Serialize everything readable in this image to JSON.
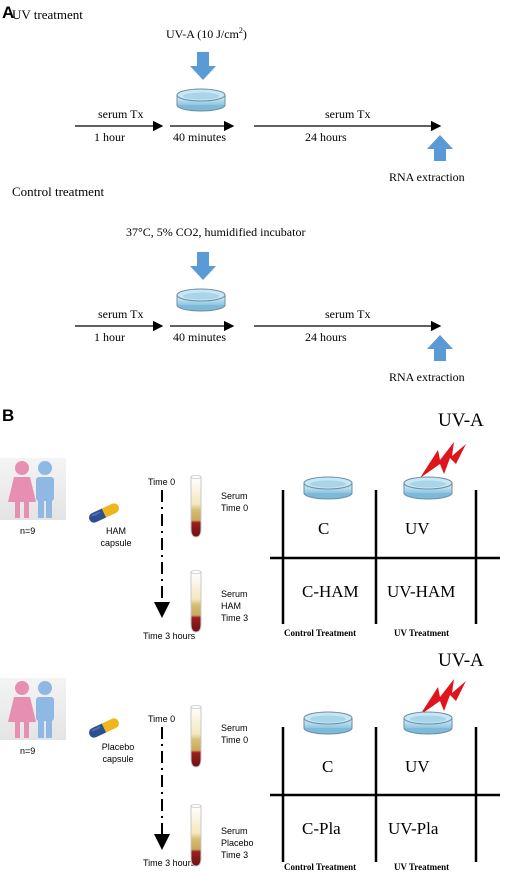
{
  "panel_a": {
    "label": "A",
    "uv": {
      "title": "UV treatment",
      "dose_label_prefix": "UV-A (10 J/cm",
      "dose_label_sup": "2",
      "dose_label_suffix": ")",
      "step1_top": "serum Tx",
      "step1_bottom": "1 hour",
      "step2_bottom": "40 minutes",
      "step3_top": "serum Tx",
      "step3_bottom": "24 hours",
      "end_label": "RNA extraction"
    },
    "control": {
      "title": "Control treatment",
      "condition_label": "37°C, 5% CO2, humidified  incubator",
      "step1_top": "serum Tx",
      "step1_bottom": "1 hour",
      "step2_bottom": "40 minutes",
      "step3_top": "serum Tx",
      "step3_bottom": "24 hours",
      "end_label": "RNA extraction"
    }
  },
  "panel_b": {
    "label": "B",
    "ham": {
      "n_label": "n=9",
      "capsule_label_1": "HAM",
      "capsule_label_2": "capsule",
      "time_start": "Time 0",
      "time_end": "Time 3 hours",
      "serum_top_1": "Serum",
      "serum_top_2": "Time 0",
      "serum_bottom_1": "Serum",
      "serum_bottom_2": "HAM",
      "serum_bottom_3": "Time 3",
      "uv_label": "UV-A",
      "grid": [
        "C",
        "UV",
        "C-HAM",
        "UV-HAM"
      ],
      "col_control": "Control Treatment",
      "col_uv": "UV Treatment"
    },
    "placebo": {
      "n_label": "n=9",
      "capsule_label_1": "Placebo",
      "capsule_label_2": "capsule",
      "time_start": "Time 0",
      "time_end": "Time 3 hours",
      "serum_top_1": "Serum",
      "serum_top_2": "Time 0",
      "serum_bottom_1": "Serum",
      "serum_bottom_2": "Placebo",
      "serum_bottom_3": "Time 3",
      "uv_label": "UV-A",
      "grid": [
        "C",
        "UV",
        "C-Pla",
        "UV-Pla"
      ],
      "col_control": "Control Treatment",
      "col_uv": "UV Treatment"
    }
  },
  "colors": {
    "arrow_blue": "#5b9bd5",
    "dish_blue": "#a9d4ea",
    "bolt_red": "#e0141b",
    "serum_yellow": "#d8c27a",
    "blood_red": "#8e1b1b",
    "female_pink": "#e78fb3",
    "male_blue": "#8fb8e4",
    "capsule_blue": "#2c4f8f",
    "capsule_yellow": "#f1b51c"
  }
}
